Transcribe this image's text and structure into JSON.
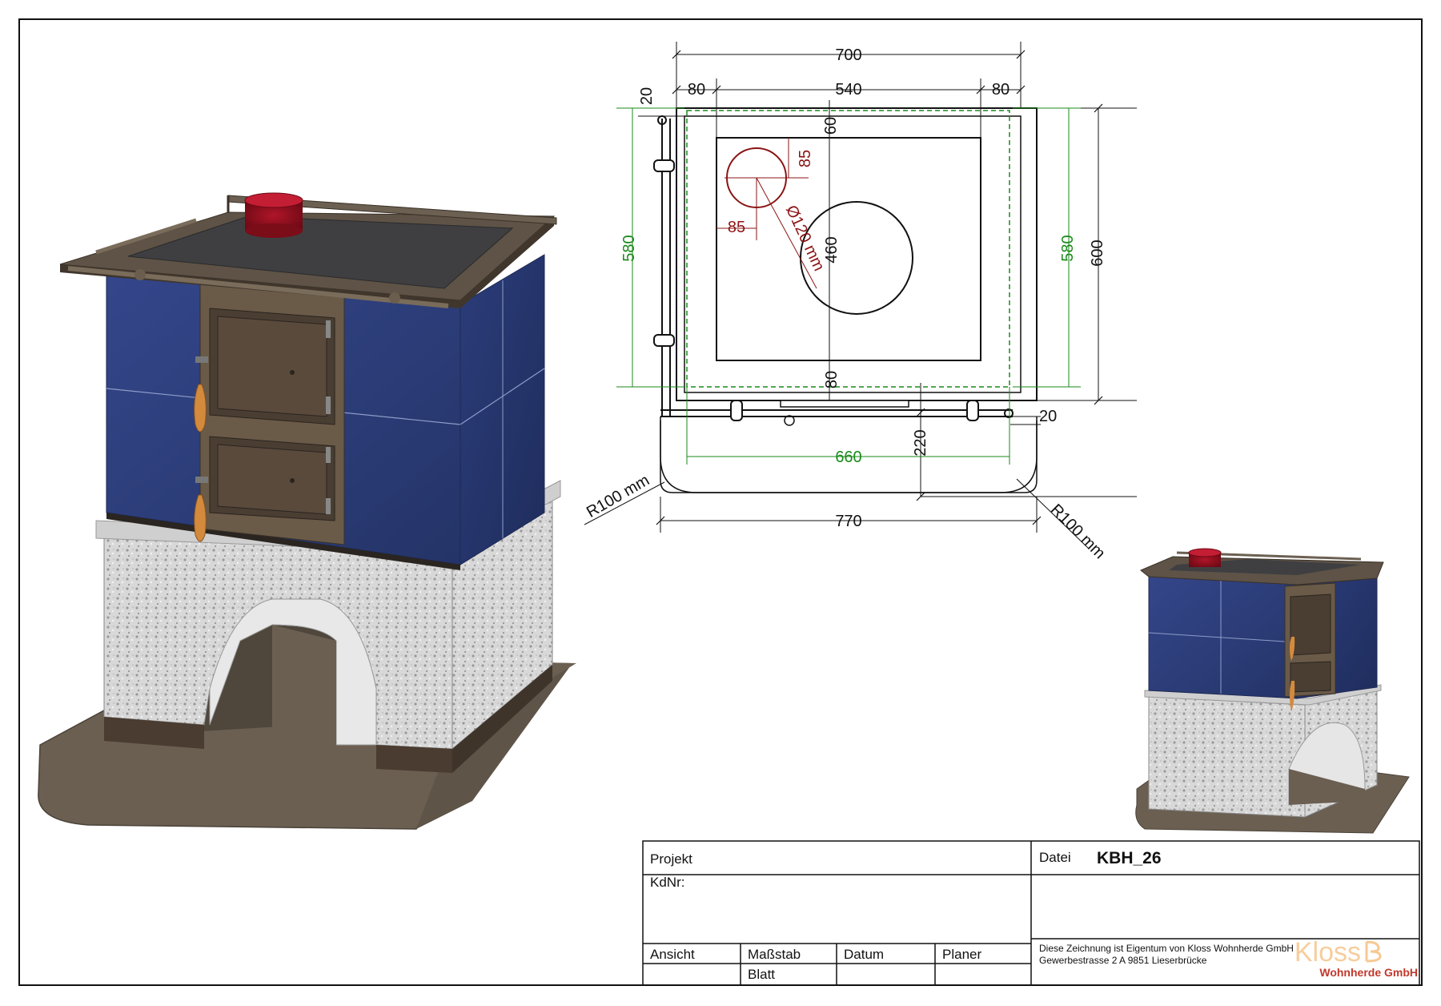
{
  "dimensions": {
    "d700": "700",
    "d80_left": "80",
    "d540": "540",
    "d80_right": "80",
    "d20_top": "20",
    "d60": "60",
    "d85_v": "85",
    "d85_h": "85",
    "d_diameter": "Ø120 mm",
    "d460": "460",
    "d580_left": "580",
    "d580_right": "580",
    "d600": "600",
    "d80_bottom": "80",
    "d20_right": "20",
    "d220": "220",
    "d660": "660",
    "d770": "770",
    "radius_left": "R100 mm",
    "radius_right": "R100 mm"
  },
  "title_block": {
    "projekt_label": "Projekt",
    "datei_label": "Datei",
    "datei_value": "KBH_26",
    "kdnr_label": "KdNr:",
    "ansicht_label": "Ansicht",
    "massstab_label": "Maßstab",
    "datum_label": "Datum",
    "planer_label": "Planer",
    "blatt_label": "Blatt",
    "owner_line1": "Diese Zeichnung ist Eigentum von Kloss Wohnherde GmbH",
    "owner_line2": "Gewerbestrasse 2 A 9851 Lieserbrücke",
    "logo_name": "Kloss",
    "logo_sub": "Wohnherde GmbH"
  },
  "colors": {
    "dimension_green": "#1a8a1a",
    "dimension_red": "#8b1414",
    "tile_blue": "#2e3f78",
    "metal_brown": "#5e5346",
    "logo_orange": "#f1a44a",
    "logo_red": "#c0392b"
  }
}
